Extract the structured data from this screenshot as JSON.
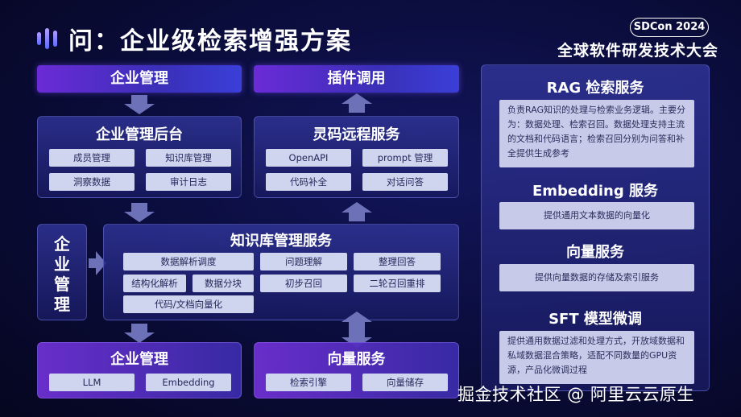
{
  "header": {
    "title": "问：企业级检索增强方案",
    "badge": "SDCon 2024",
    "conference": "全球软件研发技术大会"
  },
  "left": {
    "top_header": "企业管理",
    "admin_panel": {
      "title": "企业管理后台",
      "items": [
        "成员管理",
        "知识库管理",
        "洞察数据",
        "审计日志"
      ]
    },
    "side_label": "企业管理",
    "kb_service": {
      "title": "知识库管理服务",
      "items": [
        "数据解析调度",
        "问题理解",
        "整理回答",
        "结构化解析",
        "数据分块",
        "初步召回",
        "二轮召回重排",
        "代码/文档向量化"
      ]
    },
    "bottom_panel": {
      "title": "企业管理",
      "items": [
        "LLM",
        "Embedding"
      ]
    }
  },
  "middle": {
    "top_header": "插件调用",
    "remote_service": {
      "title": "灵码远程服务",
      "items": [
        "OpenAPI",
        "prompt 管理",
        "代码补全",
        "对话问答"
      ]
    },
    "vector_panel": {
      "title": "向量服务",
      "items": [
        "检索引擎",
        "向量储存"
      ]
    }
  },
  "right": {
    "rag": {
      "title": "RAG 检索服务",
      "desc": "负责RAG知识的处理与检索业务逻辑。主要分为：数据处理、检索召回。数据处理支持主流的文档和代码语言；检索召回分别为问答和补全提供生成参考"
    },
    "embedding": {
      "title": "Embedding 服务",
      "desc": "提供通用文本数据的向量化"
    },
    "vector": {
      "title": "向量服务",
      "desc": "提供向量数据的存储及索引服务"
    },
    "sft": {
      "title": "SFT 模型微调",
      "desc": "提供通用数据过滤和处理方式，开放域数据和私域数据混合策略，适配不同数量的GPU资源，产品化微调过程"
    }
  },
  "watermark": "掘金技术社区 @ 阿里云云原生"
}
